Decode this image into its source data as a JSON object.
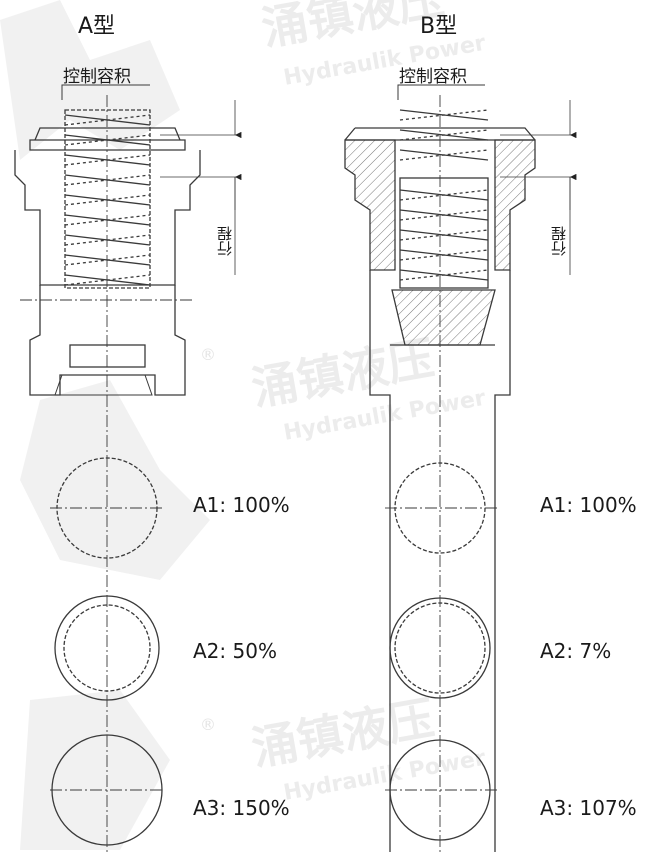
{
  "watermark": {
    "brand_cn": "涌镇液压",
    "brand_en": "Hydraulik Power",
    "logo_letters": "HP",
    "registered": "®",
    "color": "#d9d9d9"
  },
  "type_a": {
    "title": "A型",
    "volume_label": "控制容积",
    "stroke_label": "行程",
    "areas": [
      "A1: 100%",
      "A2: 50%",
      "A3: 150%"
    ]
  },
  "type_b": {
    "title": "B型",
    "volume_label": "控制容积",
    "stroke_label": "行程",
    "areas": [
      "A1: 100%",
      "A2: 7%",
      "A3: 107%"
    ]
  },
  "colors": {
    "line": "#3a3a3a",
    "text": "#1a1a1a"
  }
}
